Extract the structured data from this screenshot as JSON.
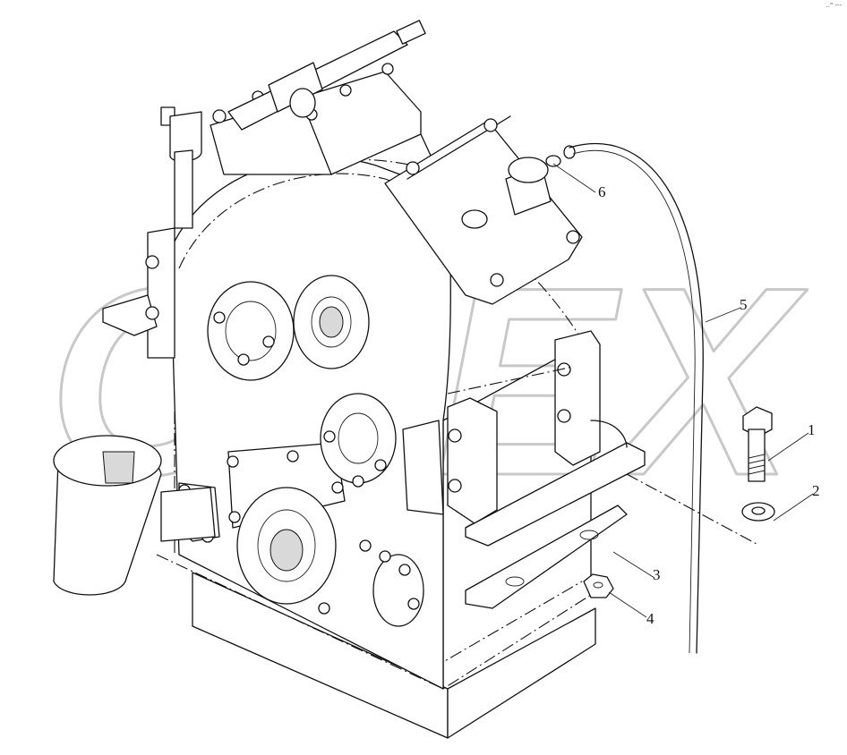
{
  "diagram": {
    "watermark": "OPEX",
    "corner_mark": "..\" ---",
    "callouts": [
      {
        "id": "1",
        "label": "1"
      },
      {
        "id": "2",
        "label": "2"
      },
      {
        "id": "3",
        "label": "3"
      },
      {
        "id": "4",
        "label": "4"
      },
      {
        "id": "5",
        "label": "5"
      },
      {
        "id": "6",
        "label": "6"
      }
    ],
    "colors": {
      "line": "#111111",
      "watermark": "#c8c8c8",
      "background": "#ffffff"
    }
  }
}
